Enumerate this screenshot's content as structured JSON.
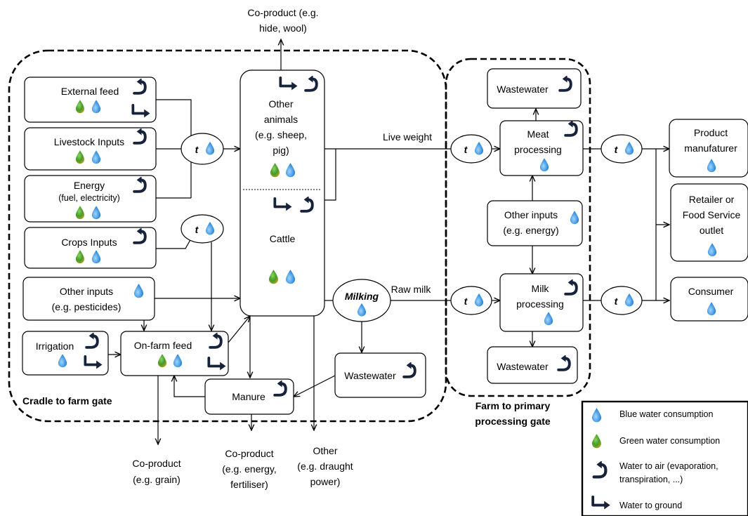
{
  "regions": {
    "cradle": "Cradle to farm gate",
    "primary": [
      "Farm to primary",
      "processing gate"
    ]
  },
  "nodes": {
    "external_feed": "External feed",
    "livestock_inputs": "Livestock Inputs",
    "energy": [
      "Energy",
      "(fuel, electricity)"
    ],
    "crops_inputs": "Crops Inputs",
    "other_inputs_pest": [
      "Other inputs",
      "(e.g. pesticides)"
    ],
    "irrigation": "Irrigation",
    "on_farm_feed": "On-farm feed",
    "manure": "Manure",
    "other_animals": [
      "Other",
      "animals",
      "(e.g. sheep,",
      "pig)"
    ],
    "cattle": "Cattle",
    "milking": "Milking",
    "wastewater": "Wastewater",
    "transport": "t",
    "meat_processing": [
      "Meat",
      "processing"
    ],
    "milk_processing": [
      "Milk",
      "processing"
    ],
    "other_inputs_energy": [
      "Other inputs",
      "(e.g. energy)"
    ],
    "product_manufacturer": [
      "Product",
      "manufaturer"
    ],
    "retailer": [
      "Retailer or",
      "Food Service",
      "outlet"
    ],
    "consumer": "Consumer"
  },
  "flows": {
    "live_weight": "Live weight",
    "raw_milk": "Raw milk"
  },
  "outputs": {
    "co_hide": [
      "Co-product (e.g.",
      "hide, wool)"
    ],
    "co_grain": [
      "Co-product",
      "(e.g. grain)"
    ],
    "co_energy": [
      "Co-product",
      "(e.g. energy,",
      "fertiliser)"
    ],
    "other_draught": [
      "Other",
      "(e.g. draught",
      "power)"
    ]
  },
  "legend": {
    "blue": "Blue water consumption",
    "green": "Green water consumption",
    "air": [
      "Water to air (evaporation,",
      "transpiration, ...)"
    ],
    "ground": "Water to ground"
  },
  "colors": {
    "blue_drop": "#4aa3e8",
    "green_drop": "#4caf2a",
    "arrow_icon": "#16233a"
  }
}
